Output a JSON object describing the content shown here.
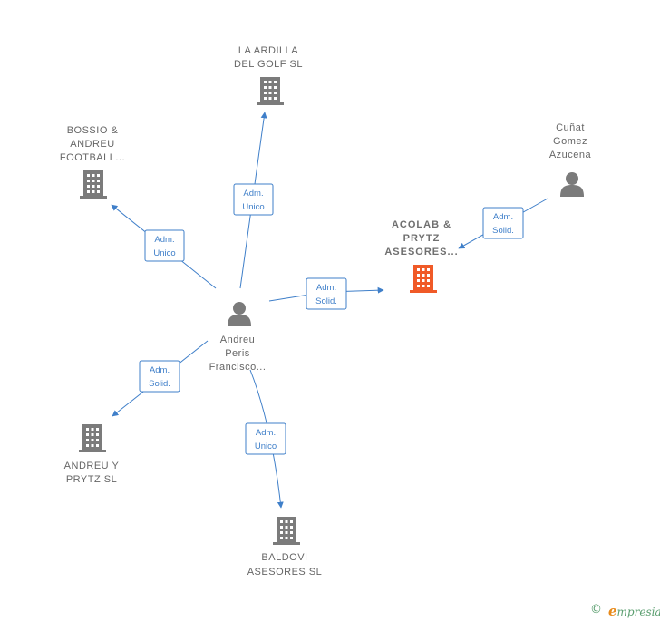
{
  "nodes": [
    {
      "id": "la-ardilla",
      "type": "company",
      "lines": [
        "LA ARDILLA",
        "DEL GOLF SL"
      ],
      "color": "#7b7b7b"
    },
    {
      "id": "bossio",
      "type": "company",
      "lines": [
        "BOSSIO &",
        "ANDREU",
        "FOOTBALL..."
      ],
      "color": "#7b7b7b"
    },
    {
      "id": "cunat",
      "type": "person",
      "lines": [
        "Cuñat",
        "Gomez",
        "Azucena"
      ],
      "color": "#7b7b7b"
    },
    {
      "id": "acolab",
      "type": "company",
      "lines": [
        "ACOLAB &",
        "PRYTZ",
        "ASESORES..."
      ],
      "color": "#f05a28",
      "main": true
    },
    {
      "id": "andreu-peris",
      "type": "person",
      "lines": [
        "Andreu",
        "Peris",
        "Francisco..."
      ],
      "color": "#7b7b7b"
    },
    {
      "id": "andreu-prytz",
      "type": "company",
      "lines": [
        "ANDREU Y",
        "PRYTZ SL"
      ],
      "color": "#7b7b7b"
    },
    {
      "id": "baldovi",
      "type": "company",
      "lines": [
        "BALDOVI",
        "ASESORES  SL"
      ],
      "color": "#7b7b7b"
    }
  ],
  "edges": [
    {
      "from": "andreu-peris",
      "to": "la-ardilla",
      "label": [
        "Adm.",
        "Unico"
      ]
    },
    {
      "from": "andreu-peris",
      "to": "bossio",
      "label": [
        "Adm.",
        "Unico"
      ]
    },
    {
      "from": "andreu-peris",
      "to": "acolab",
      "label": [
        "Adm.",
        "Solid."
      ]
    },
    {
      "from": "cunat",
      "to": "acolab",
      "label": [
        "Adm.",
        "Solid."
      ]
    },
    {
      "from": "andreu-peris",
      "to": "andreu-prytz",
      "label": [
        "Adm.",
        "Solid."
      ]
    },
    {
      "from": "andreu-peris",
      "to": "baldovi",
      "label": [
        "Adm.",
        "Unico"
      ]
    }
  ],
  "colors": {
    "edge": "#3f7fc9",
    "edge_label_border": "#3f7fc9"
  },
  "footer": {
    "copyright": "©",
    "brand_initial": "e",
    "brand_rest": "mpresia"
  }
}
